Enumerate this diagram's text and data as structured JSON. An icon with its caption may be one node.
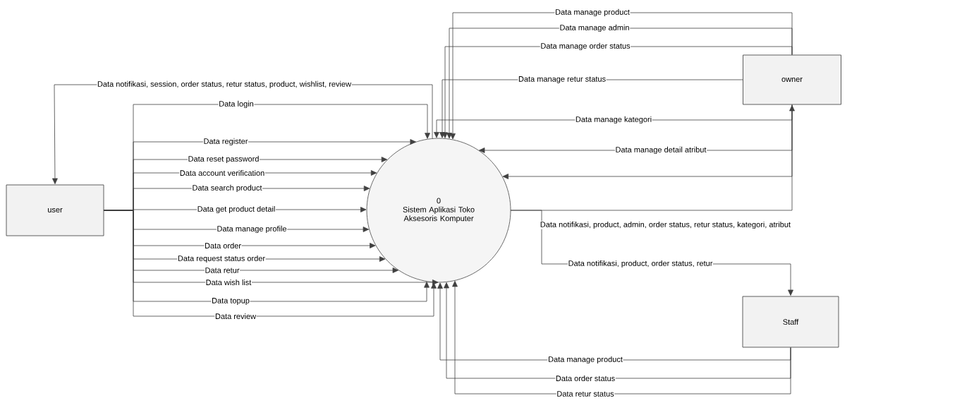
{
  "diagram": {
    "nodes": [
      {
        "text": [
          "user"
        ]
      },
      {
        "text": [
          "0",
          "Sistem Aplikasi Toko Aksesoris Komputer"
        ]
      },
      {
        "text": [
          "owner"
        ]
      },
      {
        "text": [
          "Staff"
        ]
      }
    ],
    "edges": [
      {
        "from": 1,
        "to": 0,
        "arrow": "to",
        "label": "Data notifikasi, session, order status, retur status, product, wishlist, review"
      },
      {
        "from": 0,
        "to": 1,
        "arrow": "to",
        "label": "Data login"
      },
      {
        "from": 0,
        "to": 1,
        "arrow": "to",
        "label": "Data register"
      },
      {
        "from": 0,
        "to": 1,
        "arrow": "to",
        "label": "Data reset password"
      },
      {
        "from": 0,
        "to": 1,
        "arrow": "to",
        "label": "Data account verification"
      },
      {
        "from": 0,
        "to": 1,
        "arrow": "to",
        "label": "Data search product"
      },
      {
        "from": 0,
        "to": 1,
        "arrow": "to",
        "label": "Data get product detail"
      },
      {
        "from": 0,
        "to": 1,
        "arrow": "to",
        "label": "Data manage profile"
      },
      {
        "from": 0,
        "to": 1,
        "arrow": "to",
        "label": "Data order"
      },
      {
        "from": 0,
        "to": 1,
        "arrow": "to",
        "label": "Data request status order"
      },
      {
        "from": 0,
        "to": 1,
        "arrow": "to",
        "label": "Data retur"
      },
      {
        "from": 0,
        "to": 1,
        "arrow": "to",
        "label": "Data wish list"
      },
      {
        "from": 0,
        "to": 1,
        "arrow": "to",
        "label": "Data topup"
      },
      {
        "from": 0,
        "to": 1,
        "arrow": "to",
        "label": "Data review"
      },
      {
        "from": 2,
        "to": 1,
        "arrow": "to",
        "label": "Data manage product"
      },
      {
        "from": 2,
        "to": 1,
        "arrow": "to",
        "label": "Data manage admin"
      },
      {
        "from": 2,
        "to": 1,
        "arrow": "to",
        "label": "Data manage order status"
      },
      {
        "from": 2,
        "to": 1,
        "arrow": "to",
        "label": "Data manage retur status"
      },
      {
        "from": 2,
        "to": 1,
        "arrow": "to",
        "label": "Data manage kategori"
      },
      {
        "from": 2,
        "to": 1,
        "arrow": "to",
        "label": "Data manage detail atribut"
      },
      {
        "from": 2,
        "to": 1,
        "arrow": "to"
      },
      {
        "from": 1,
        "to": 2,
        "arrow": "to",
        "label": "Data notifikasi, product, admin, order status, retur status, kategori, atribut"
      },
      {
        "from": 1,
        "to": 3,
        "arrow": "to",
        "label": "Data notifikasi, product, order status, retur"
      },
      {
        "from": 3,
        "to": 1,
        "arrow": "to",
        "label": "Data manage product"
      },
      {
        "from": 3,
        "to": 1,
        "arrow": "to",
        "label": "Data order status"
      },
      {
        "from": 3,
        "to": 1,
        "arrow": "to",
        "label": "Data retur status"
      }
    ]
  }
}
